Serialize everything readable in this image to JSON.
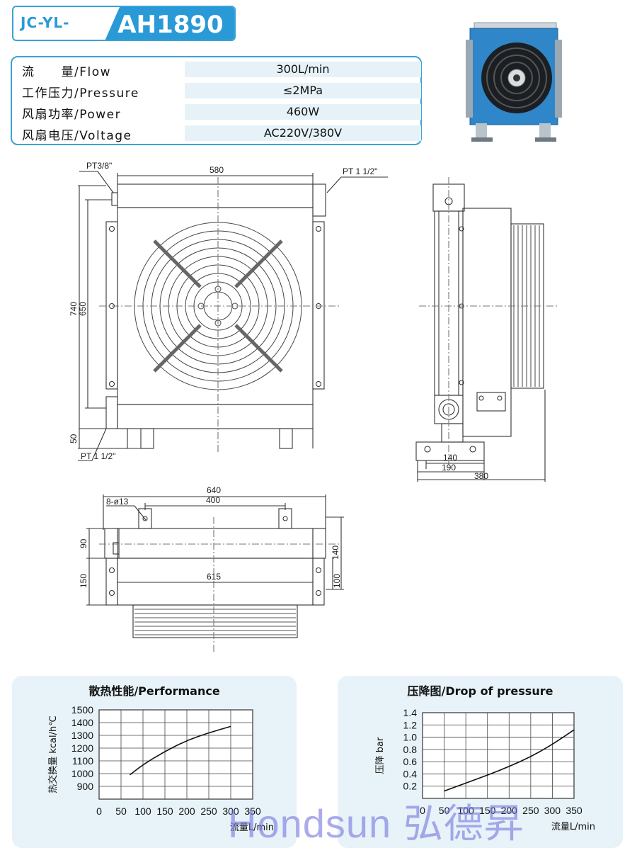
{
  "header": {
    "prefix": "JC-YL-",
    "model": "AH1890"
  },
  "specs": [
    {
      "label": "流　　量/Flow",
      "value": "300L/min"
    },
    {
      "label": "工作压力/Pressure",
      "value": "≤2MPa"
    },
    {
      "label": "风扇功率/Power",
      "value": "460W"
    },
    {
      "label": "风扇电压/Voltage",
      "value": "AC220V/380V"
    }
  ],
  "drawing": {
    "front": {
      "port_top_left": "PT3/8\"",
      "width": "580",
      "port_top_right": "PT 1  1/2\"",
      "height_outer": "740",
      "height_inner": "650",
      "base_height": "50",
      "port_bottom": "PT 1  1/2\""
    },
    "side": {
      "foot_inner": "140",
      "foot_outer": "190",
      "depth": "380"
    },
    "top": {
      "bolts": "8-ø13",
      "width_outer": "640",
      "bolt_spacing": "400",
      "core_width": "615",
      "dim_90": "90",
      "dim_150": "150",
      "dim_140": "140",
      "dim_100": "100"
    }
  },
  "colors": {
    "accent": "#2a9ad6",
    "panel_bg": "#e7f3f8",
    "watermark": "#7878e1"
  },
  "chart_data": [
    {
      "type": "line",
      "title": "散热性能/Performance",
      "xlabel": "流量L/min",
      "ylabel": "热交换量 kcal/h℃",
      "xlim": [
        0,
        350
      ],
      "ylim": [
        800,
        1500
      ],
      "x_ticks": [
        0,
        50,
        100,
        150,
        200,
        250,
        300,
        350
      ],
      "y_ticks": [
        900,
        1000,
        1100,
        1200,
        1300,
        1400,
        1500
      ],
      "grid": true,
      "series": [
        {
          "x": [
            70,
            100,
            150,
            200,
            250,
            300
          ],
          "y": [
            990,
            1070,
            1175,
            1260,
            1320,
            1370
          ]
        }
      ]
    },
    {
      "type": "line",
      "title": "压降图/Drop of pressure",
      "xlabel": "流量L/min",
      "ylabel": "压降 bar",
      "xlim": [
        0,
        350
      ],
      "ylim": [
        0,
        1.4
      ],
      "x_ticks": [
        0,
        50,
        100,
        150,
        200,
        250,
        300,
        350
      ],
      "y_ticks": [
        0.2,
        0.4,
        0.6,
        0.8,
        1.0,
        1.2,
        1.4
      ],
      "grid": true,
      "series": [
        {
          "x": [
            50,
            100,
            150,
            200,
            250,
            300,
            350
          ],
          "y": [
            0.12,
            0.25,
            0.38,
            0.52,
            0.68,
            0.88,
            1.12
          ]
        }
      ]
    }
  ],
  "watermark": "Hondsun 弘德昇"
}
